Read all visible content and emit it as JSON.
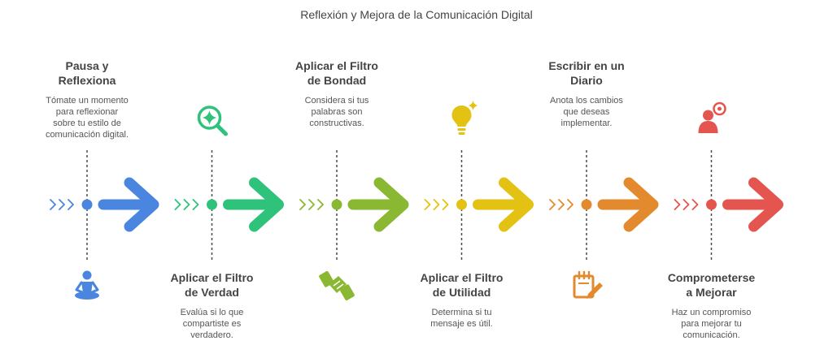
{
  "title": "Reflexión y Mejora de la Comunicación Digital",
  "steps": [
    {
      "title": "Pausa y\nReflexiona",
      "description": "Tómate un momento\npara reflexionar\nsobre tu estilo de\ncomunicación digital.",
      "color": "#4a86e0",
      "icon": "meditating-person-icon",
      "text_position": "top"
    },
    {
      "title": "Aplicar el Filtro\nde Verdad",
      "description": "Evalúa si lo que\ncompartiste es\nverdadero.",
      "color": "#2ec27a",
      "icon": "magnifier-sparkle-icon",
      "text_position": "bottom"
    },
    {
      "title": "Aplicar el Filtro\nde Bondad",
      "description": "Considera si tus\npalabras son\nconstructivas.",
      "color": "#8ab833",
      "icon": "handshake-icon",
      "text_position": "top"
    },
    {
      "title": "Aplicar el Filtro\nde Utilidad",
      "description": "Determina si tu\nmensaje es útil.",
      "color": "#e3c213",
      "icon": "lightbulb-sparkle-icon",
      "text_position": "bottom"
    },
    {
      "title": "Escribir en un\nDiario",
      "description": "Anota los cambios\nque deseas\nimplementar.",
      "color": "#e38a2e",
      "icon": "journal-pencil-icon",
      "text_position": "top"
    },
    {
      "title": "Comprometerse\na Mejorar",
      "description": "Haz un compromiso\npara mejorar tu\ncomunicación.",
      "color": "#e5554f",
      "icon": "person-goal-icon",
      "text_position": "bottom"
    }
  ]
}
